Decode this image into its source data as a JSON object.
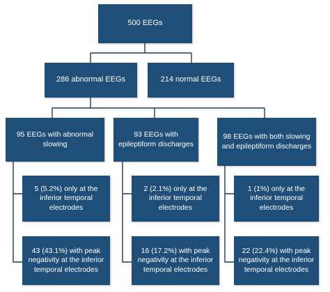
{
  "root": {
    "label": "500 EEGs"
  },
  "level2": [
    {
      "label": "286 abnormal EEGs"
    },
    {
      "label": "214 normal EEGs"
    }
  ],
  "level3": [
    {
      "label": "95 EEGs with abnormal slowing"
    },
    {
      "label": "93 EEGs with epileptiform discharges"
    },
    {
      "label": "98 EEGs with both slowing and epileptiform discharges"
    }
  ],
  "level4": [
    {
      "label": "5 (5.2%) only at the inferior temporal electrodes"
    },
    {
      "label": "2 (2.1%) only at the inferior temporal electrodes"
    },
    {
      "label": "1 (1%) only at the inferior temporal electrodes"
    }
  ],
  "level5": [
    {
      "label": "43 (43.1%) with peak negativity at the inferior temporal electrodes"
    },
    {
      "label": "16 (17.2%) with peak negativity at the inferior temporal electrodes"
    },
    {
      "label": "22 (22.4%) with peak negativity at the inferior temporal electrodes"
    }
  ],
  "colors": {
    "box": "#1f4e79",
    "text": "#ffffff",
    "line": "#1f3a5a"
  }
}
